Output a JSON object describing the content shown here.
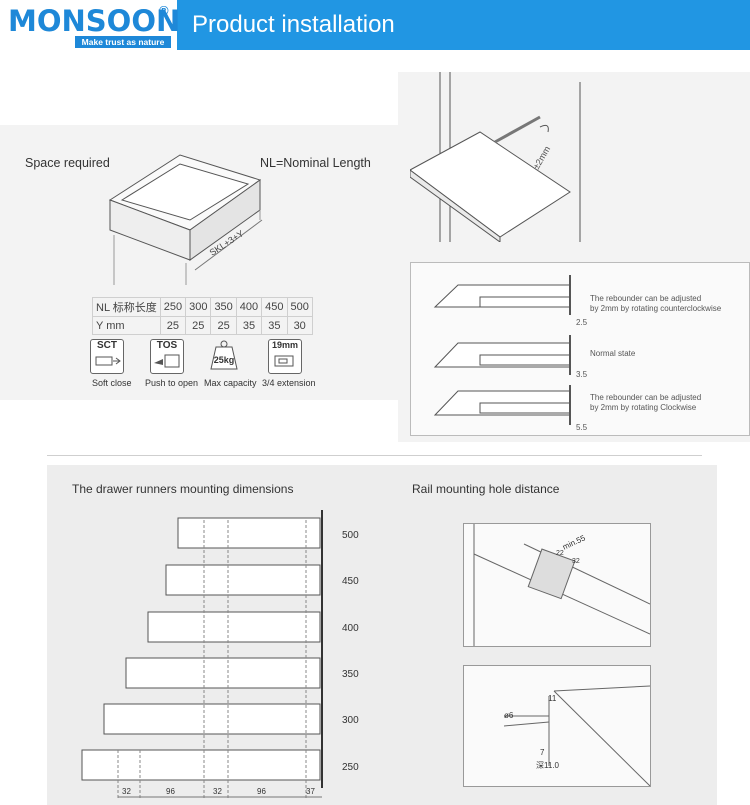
{
  "header": {
    "brand": "MONSOON",
    "registered": "®",
    "tagline": "Make trust as nature",
    "title": "Product installation"
  },
  "left_panel": {
    "space_required": "Space required",
    "nominal_length": "NL=Nominal Length",
    "dimension_label": "SKL+3+Y",
    "table": {
      "nl_label": "NL 标称长度",
      "nl_values": [
        "250",
        "300",
        "350",
        "400",
        "450",
        "500"
      ],
      "y_label": "Y mm",
      "y_values": [
        "25",
        "25",
        "25",
        "35",
        "35",
        "30"
      ]
    },
    "icons": [
      {
        "badge": "SCT",
        "caption": "Soft close",
        "icon": "soft-close-icon"
      },
      {
        "badge": "TOS",
        "caption": "Push to open",
        "icon": "push-to-open-icon"
      },
      {
        "badge": "25kg",
        "caption": "Max capacity",
        "icon": "weight-icon"
      },
      {
        "badge": "19mm",
        "caption": "3/4 extension",
        "icon": "extension-icon"
      }
    ]
  },
  "right_panel": {
    "adjust_label": "±2mm",
    "states": [
      {
        "text1": "The rebounder can be adjusted",
        "text2": "by 2mm by rotating counterclockwise",
        "gap": "2.5"
      },
      {
        "text1": "Normal state",
        "text2": "",
        "gap": "3.5"
      },
      {
        "text1": "The rebounder can be adjusted",
        "text2": "by 2mm by rotating Clockwise",
        "gap": "5.5"
      }
    ]
  },
  "bottom": {
    "left_title": "The drawer runners mounting dimensions",
    "right_title": "Rail mounting hole distance",
    "lengths": [
      "500",
      "450",
      "400",
      "350",
      "300",
      "250"
    ],
    "spacings": [
      "32",
      "96",
      "32",
      "96",
      "37"
    ],
    "hole_labels": {
      "min": "min.55",
      "a": "22",
      "b": "32",
      "c": "11",
      "d": "ø6",
      "e": "7",
      "f": "深11.0"
    }
  }
}
